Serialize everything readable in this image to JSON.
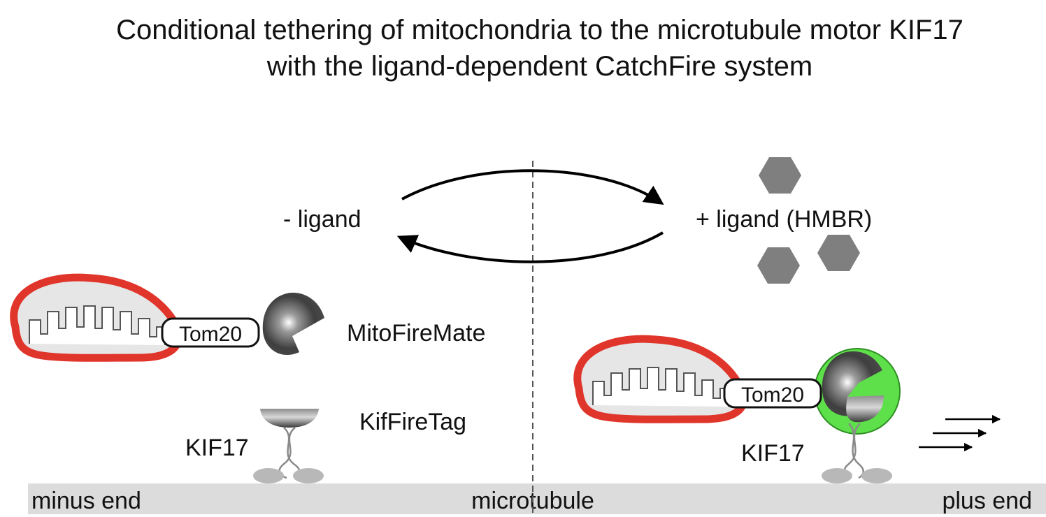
{
  "title": {
    "line1": "Conditional tethering of mitochondria to the microtubule motor KIF17",
    "line2": "with the ligand-dependent CatchFire system"
  },
  "states": {
    "minus_ligand": "- ligand",
    "plus_ligand": "+ ligand (HMBR)"
  },
  "components": {
    "tom20_left": "Tom20",
    "tom20_right": "Tom20",
    "mitofiremate": "MitoFireMate",
    "kiffiretag": "KifFireTag",
    "kif17_left": "KIF17",
    "kif17_right": "KIF17"
  },
  "microtubule": {
    "minus_end": "minus end",
    "label": "microtubule",
    "plus_end": "plus end"
  },
  "colors": {
    "mito_membrane": "#e0352b",
    "mito_inner": "#e6e6e6",
    "ligand": "#7f7f7f",
    "fluorescence": "#5ee04a",
    "microtubule": "#dcdcdc",
    "motor_feet": "#b8b8b8",
    "text": "#111111"
  }
}
